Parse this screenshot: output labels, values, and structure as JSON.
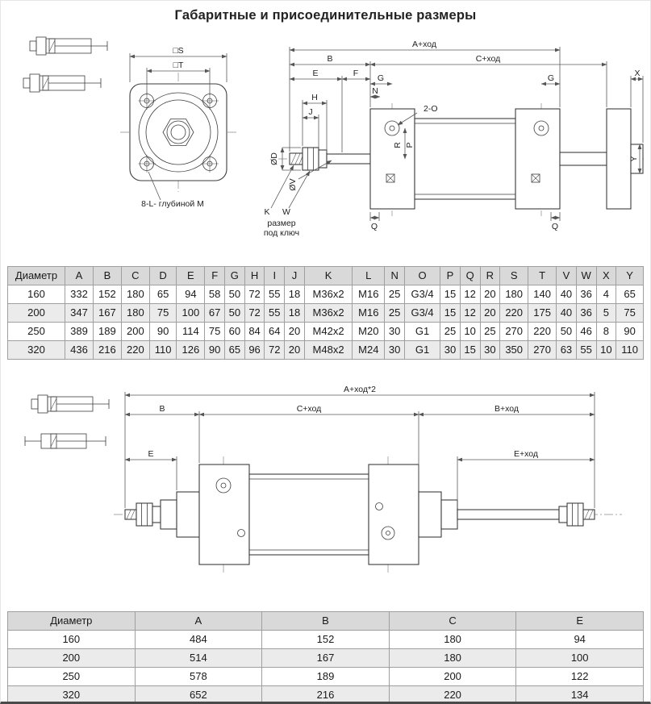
{
  "page": {
    "title": "Габаритные и присоединительные размеры"
  },
  "drawing1": {
    "labels": {
      "a": "A+ход",
      "b": "B",
      "c": "C+ход",
      "e": "E",
      "f": "F",
      "g": "G",
      "n": "N",
      "h": "H",
      "j": "J",
      "x": "X",
      "y": "Y",
      "k": "K",
      "w": "W",
      "q": "Q",
      "two_o": "2-O",
      "od": "ØD",
      "ov": "ØV",
      "r": "R",
      "p": "P",
      "s_square": "□S",
      "t_square": "□T",
      "holes_note": "8-L- глубиной М",
      "wrench_note_line1": "размер",
      "wrench_note_line2": "под ключ"
    }
  },
  "table1": {
    "headers": [
      "Диаметр",
      "A",
      "B",
      "C",
      "D",
      "E",
      "F",
      "G",
      "H",
      "I",
      "J",
      "K",
      "L",
      "N",
      "O",
      "P",
      "Q",
      "R",
      "S",
      "T",
      "V",
      "W",
      "X",
      "Y"
    ],
    "rows": [
      [
        "160",
        "332",
        "152",
        "180",
        "65",
        "94",
        "58",
        "50",
        "72",
        "55",
        "18",
        "M36x2",
        "M16",
        "25",
        "G3/4",
        "15",
        "12",
        "20",
        "180",
        "140",
        "40",
        "36",
        "4",
        "65"
      ],
      [
        "200",
        "347",
        "167",
        "180",
        "75",
        "100",
        "67",
        "50",
        "72",
        "55",
        "18",
        "M36x2",
        "M16",
        "25",
        "G3/4",
        "15",
        "12",
        "20",
        "220",
        "175",
        "40",
        "36",
        "5",
        "75"
      ],
      [
        "250",
        "389",
        "189",
        "200",
        "90",
        "114",
        "75",
        "60",
        "84",
        "64",
        "20",
        "M42x2",
        "M20",
        "30",
        "G1",
        "25",
        "10",
        "25",
        "270",
        "220",
        "50",
        "46",
        "8",
        "90"
      ],
      [
        "320",
        "436",
        "216",
        "220",
        "110",
        "126",
        "90",
        "65",
        "96",
        "72",
        "20",
        "M48x2",
        "M24",
        "30",
        "G1",
        "30",
        "15",
        "30",
        "350",
        "270",
        "63",
        "55",
        "10",
        "110"
      ]
    ]
  },
  "drawing2": {
    "labels": {
      "a2": "A+ход*2",
      "b": "B",
      "c": "C+ход",
      "b_stroke": "B+ход",
      "e": "E",
      "e_stroke": "E+ход"
    }
  },
  "table2": {
    "headers": [
      "Диаметр",
      "A",
      "B",
      "C",
      "E"
    ],
    "rows": [
      [
        "160",
        "484",
        "152",
        "180",
        "94"
      ],
      [
        "200",
        "514",
        "167",
        "180",
        "100"
      ],
      [
        "250",
        "578",
        "189",
        "200",
        "122"
      ],
      [
        "320",
        "652",
        "216",
        "220",
        "134"
      ]
    ]
  }
}
